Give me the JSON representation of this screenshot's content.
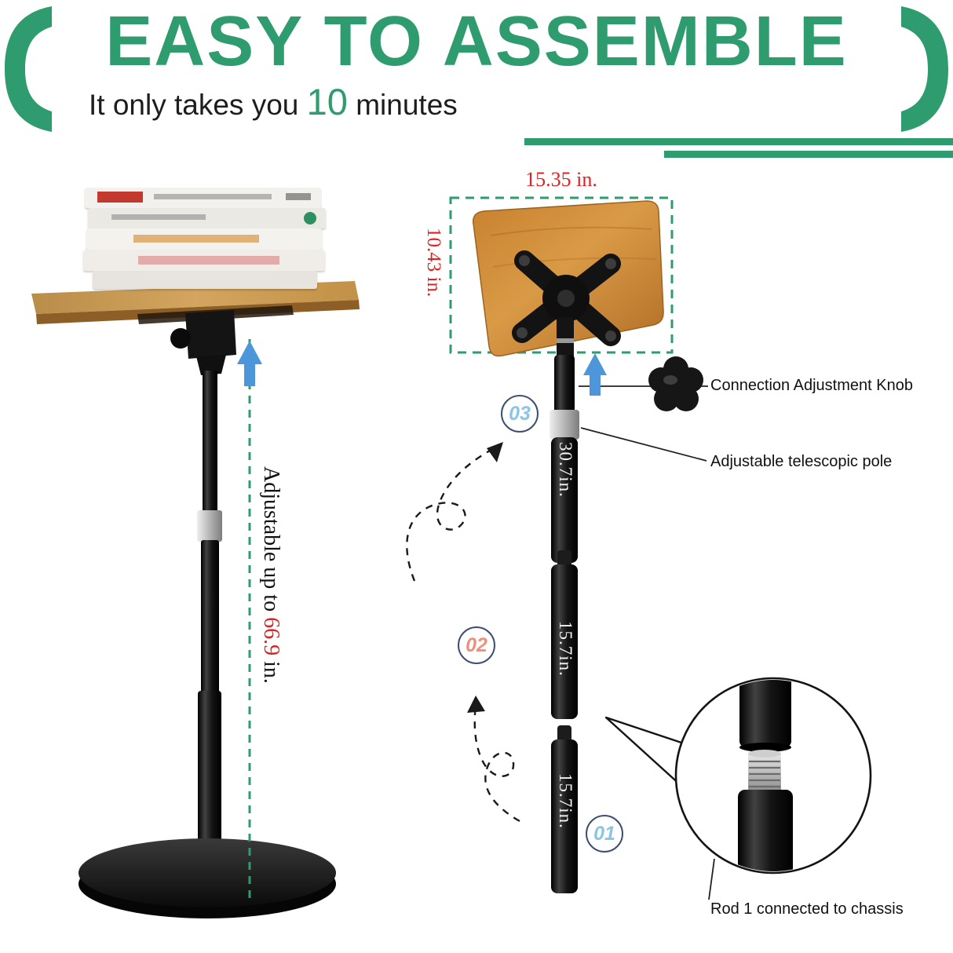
{
  "header": {
    "title": "EASY TO ASSEMBLE",
    "subtitle": {
      "pre": "It only takes you ",
      "highlight": "10",
      "post": " minutes"
    }
  },
  "product": {
    "adjustable": {
      "pre": "Adjustable up to ",
      "value": "66.9",
      "post": " in."
    }
  },
  "diagram": {
    "board": {
      "width": "15.35 in.",
      "height": "10.43 in."
    },
    "rods": [
      {
        "step": "03",
        "length": "30.7in."
      },
      {
        "step": "02",
        "length": "15.7in."
      },
      {
        "step": "01",
        "length": "15.7in."
      }
    ],
    "callouts": {
      "knob": "Connection Adjustment Knob",
      "telescopic": "Adjustable telescopic pole",
      "rod1": "Rod 1 connected to chassis"
    }
  },
  "icons": {
    "up_arrow": "arrow-up",
    "knob": "star-grip-knob",
    "magnifier": "connection-closeup-circle",
    "brackets": "green-crescent-brackets"
  },
  "colors": {
    "green": "#2E9C6E",
    "red": "#E02222",
    "arrow_blue": "#4D96D9",
    "step_blue": "#8AC6E4",
    "step_orange": "#F0907A",
    "circle_outline": "#3D5070",
    "wood": "#C98C3C"
  }
}
